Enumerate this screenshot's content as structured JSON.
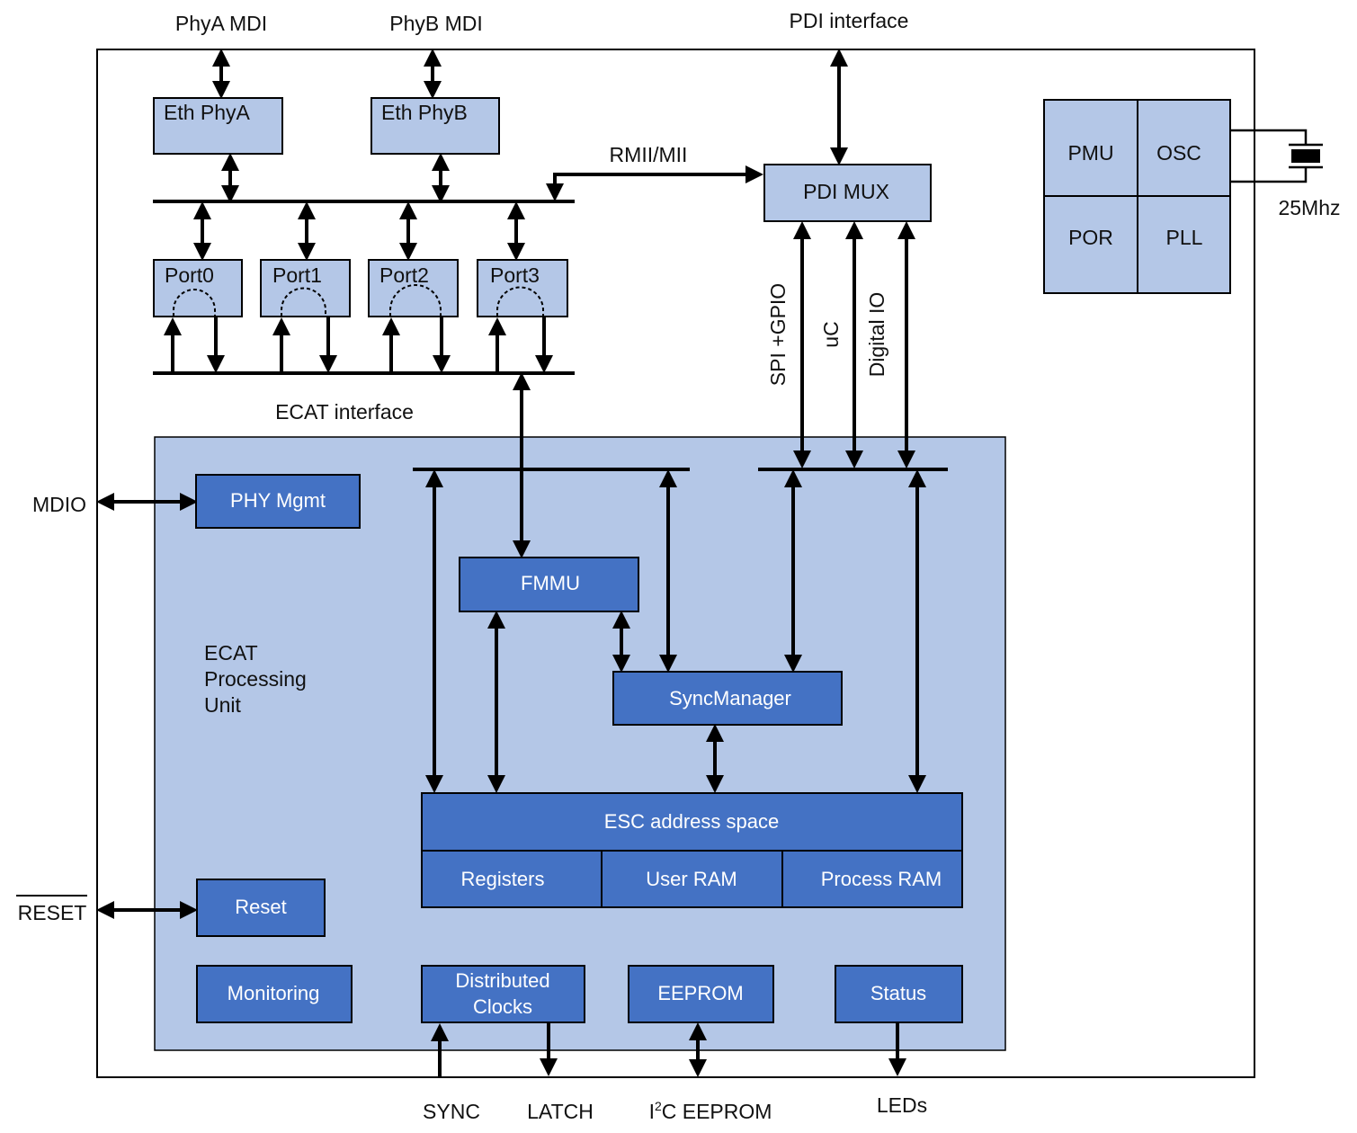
{
  "colors": {
    "light_block": "#b4c7e7",
    "dark_block": "#4472c4",
    "line": "#000000"
  },
  "external": {
    "phya_mdi": "PhyA MDI",
    "phyb_mdi": "PhyB MDI",
    "pdi_interface": "PDI interface",
    "mdio": "MDIO",
    "reset": "RESET",
    "sync": "SYNC",
    "latch": "LATCH",
    "i2c_prefix": "I",
    "i2c_sup": "2",
    "i2c_suffix": "C EEPROM",
    "leds": "LEDs",
    "crystal": "25Mhz"
  },
  "phys": {
    "eth_phya": "Eth PhyA",
    "eth_phyb": "Eth PhyB",
    "rmii": "RMII/MII"
  },
  "ports": [
    "Port0",
    "Port1",
    "Port2",
    "Port3"
  ],
  "ecat_interface": "ECAT interface",
  "pdi": {
    "mux": "PDI MUX",
    "spi": "SPI +GPIO",
    "uc": "uC",
    "dio": "Digital IO"
  },
  "clock_blocks": {
    "pmu": "PMU",
    "osc": "OSC",
    "por": "POR",
    "pll": "PLL"
  },
  "epu": {
    "title_line1": "ECAT",
    "title_line2": "Processing",
    "title_line3": "Unit",
    "phy_mgmt": "PHY Mgmt",
    "fmmu": "FMMU",
    "syncmanager": "SyncManager",
    "esc_address_space": "ESC address space",
    "registers": "Registers",
    "user_ram": "User RAM",
    "process_ram": "Process RAM",
    "reset": "Reset",
    "monitoring": "Monitoring",
    "dc_line1": "Distributed",
    "dc_line2": "Clocks",
    "eeprom": "EEPROM",
    "status": "Status"
  }
}
